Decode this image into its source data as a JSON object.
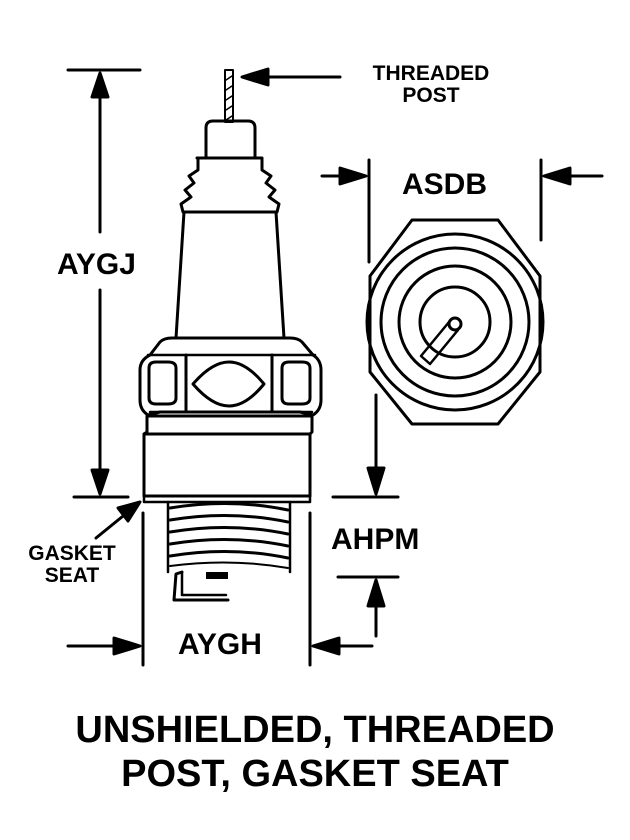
{
  "diagram": {
    "labels": {
      "threaded_post_line1": "THREADED",
      "threaded_post_line2": "POST",
      "asdb": "ASDB",
      "aygj": "AYGJ",
      "gasket_seat_line1": "GASKET",
      "gasket_seat_line2": "SEAT",
      "ahpm": "AHPM",
      "aygh": "AYGH"
    },
    "title_line1": "UNSHIELDED, THREADED",
    "title_line2": "POST, GASKET SEAT"
  }
}
